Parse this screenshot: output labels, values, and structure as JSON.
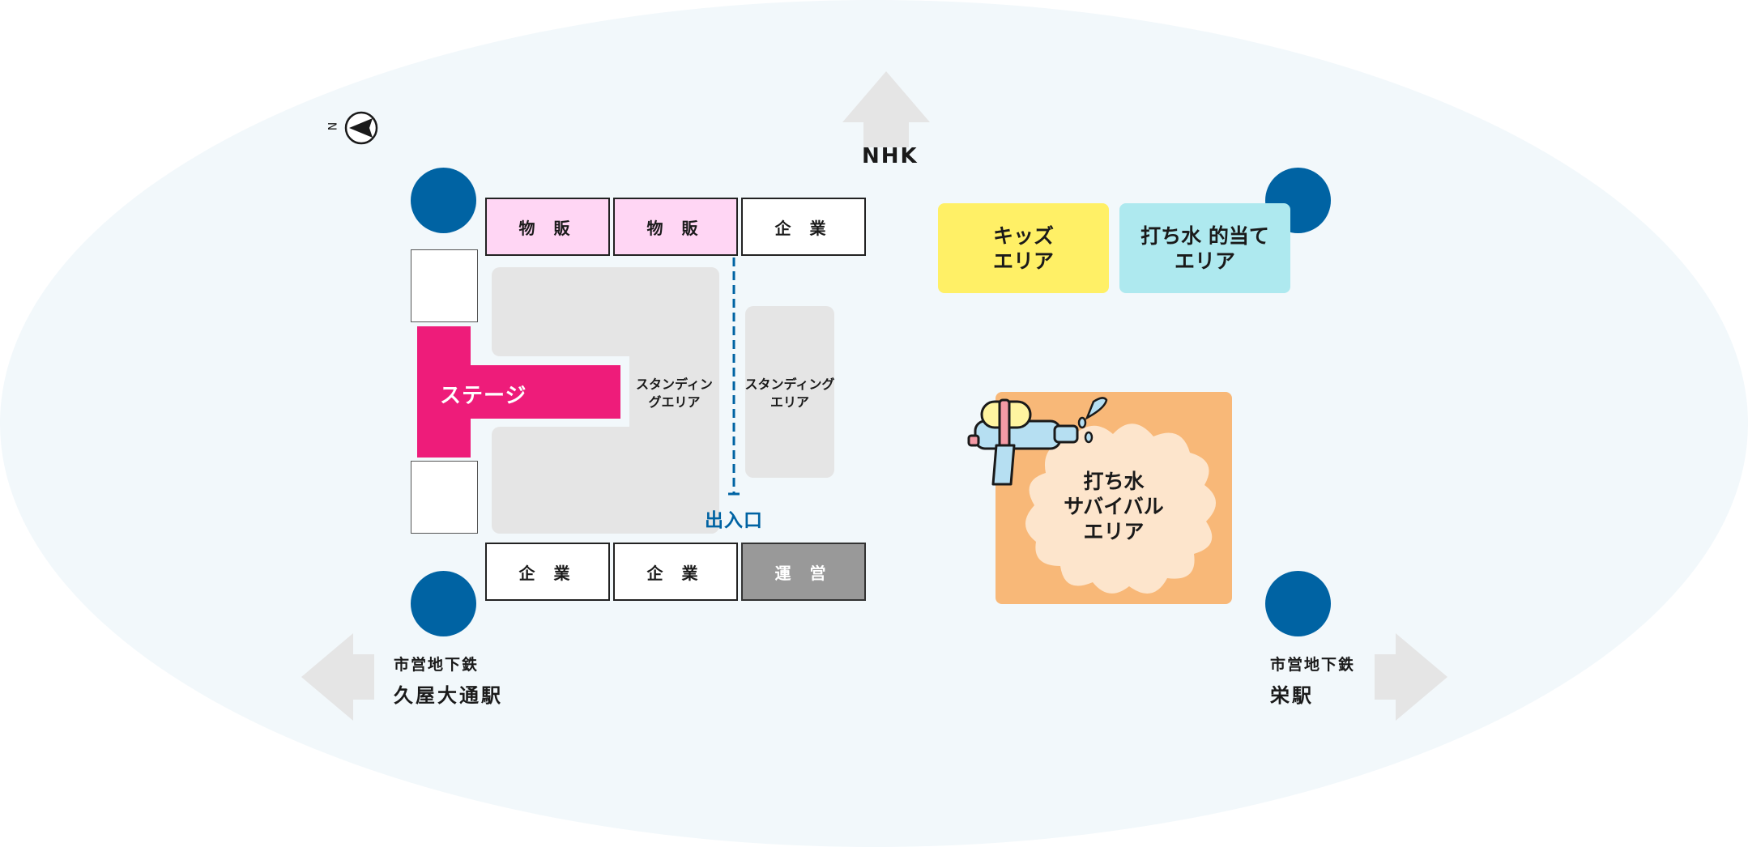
{
  "compass": {
    "label": "N",
    "icon": "compass-north-icon"
  },
  "directions": {
    "north": {
      "label": "NHK",
      "icon": "arrow-up-icon"
    },
    "west": {
      "line": "市営地下鉄",
      "station": "久屋大通駅",
      "icon": "arrow-left-icon"
    },
    "east": {
      "line": "市営地下鉄",
      "station": "栄駅",
      "icon": "arrow-right-icon"
    }
  },
  "booths": {
    "top": [
      "物 販",
      "物 販",
      "企 業"
    ],
    "bottom": [
      "企 業",
      "企 業",
      "運 営"
    ]
  },
  "stage": {
    "label": "ステージ"
  },
  "standing_areas": [
    {
      "label": "スタンディン\nグエリア"
    },
    {
      "label": "スタンディング\nエリア"
    }
  ],
  "entrance": {
    "label": "出入口"
  },
  "zones": {
    "kids": {
      "label": "キッズ\nエリア"
    },
    "target": {
      "label": "打ち水 的当て\nエリア"
    },
    "survival": {
      "label": "打ち水\nサバイバル\nエリア",
      "icon": "water-gun-icon"
    }
  },
  "colors": {
    "background": "#f2f8fb",
    "pillar": "#0063a3",
    "stage": "#ee1c7a",
    "booth_pink": "#ffd6f4",
    "kids": "#fff066",
    "target": "#aee9ef",
    "survival": "#f8b878",
    "survival_burst": "#fde5cc",
    "operations": "#999999"
  }
}
